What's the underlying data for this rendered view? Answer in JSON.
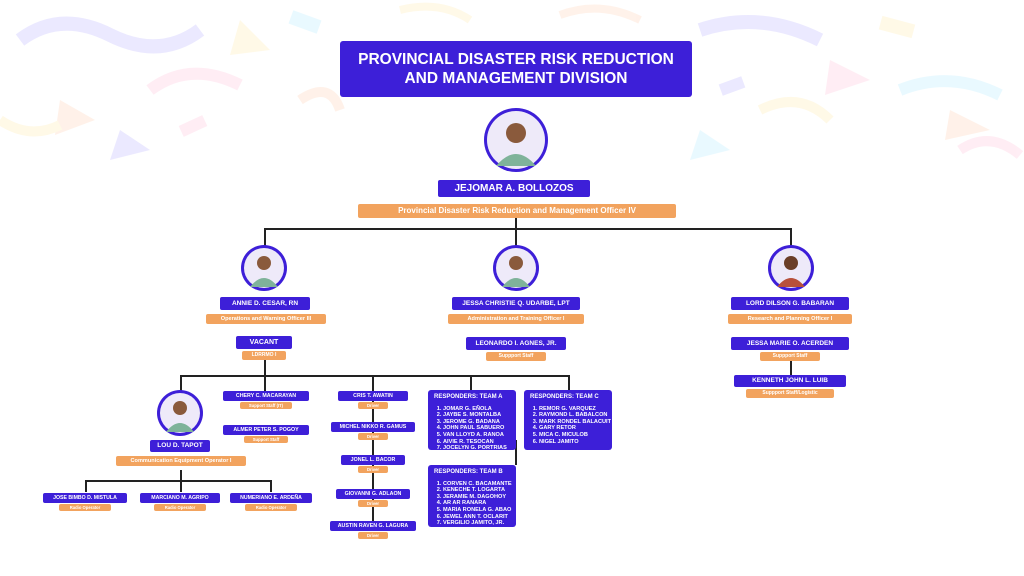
{
  "title": {
    "line1": "PROVINCIAL DISASTER RISK REDUCTION",
    "line2": "AND MANAGEMENT DIVISION"
  },
  "head": {
    "name": "JEJOMAR A. BOLLOZOS",
    "role": "Provincial Disaster Risk Reduction and Management Officer IV"
  },
  "left": {
    "name": "ANNIE D. CESAR, RN",
    "role": "Operations and Warning Officer III",
    "vacant": "VACANT",
    "vacant_role": "LDRRMO I",
    "lou": {
      "name": "LOU D. TAPOT",
      "role": "Communication Equipment Operator I"
    },
    "radio": [
      {
        "name": "JOSE BIMBO D. MISTULA",
        "role": "Radio Operator"
      },
      {
        "name": "MARCIANO M. AGRIPO",
        "role": "Radio Operator"
      },
      {
        "name": "NUMERIANO E. ARDEÑA",
        "role": "Radio Operator"
      }
    ],
    "support": [
      {
        "name": "CHERY C. MACARAYAN",
        "role": "Support Staff (IT)"
      },
      {
        "name": "ALMER PETER S. POGOY",
        "role": "Support Staff"
      }
    ],
    "drivers": [
      {
        "name": "CRIS T. AWATIN",
        "role": "Driver"
      },
      {
        "name": "MICHEL NIKKO R. GAMUS",
        "role": "Driver"
      },
      {
        "name": "JONEL L. BACOR",
        "role": "Driver"
      },
      {
        "name": "GIOVANNI G. ADLAON",
        "role": "Driver"
      },
      {
        "name": "AUSTIN RAVEN G. LAGURA",
        "role": "Driver"
      }
    ]
  },
  "center": {
    "name": "JESSA CHRISTIE Q. UDARBE, LPT",
    "role": "Administration and Training Officer I",
    "staff": {
      "name": "LEONARDO I. AGNES, JR.",
      "role": "Suppport Staff"
    }
  },
  "right": {
    "name": "LORD DILSON G. BABARAN",
    "role": "Research and Planning Officer I",
    "staff1": {
      "name": "JESSA MARIE O. ACERDEN",
      "role": "Suppport Staff"
    },
    "staff2": {
      "name": "KENNETH JOHN L. LUIB",
      "role": "Suppport Staff/Logistic"
    }
  },
  "teams": {
    "a": {
      "title": "RESPONDERS: TEAM A",
      "members": [
        "JOMAR G. EÑOLA",
        "JAYBE S. MONTALBA",
        "JEROME G. BADANA",
        "JOHN PAUL SABUERO",
        "VAN LLOYD A. RANOA",
        "AIVIE R. TESOCAN",
        "JOCELYN G. PORTRIAS"
      ]
    },
    "b": {
      "title": "RESPONDERS: TEAM B",
      "members": [
        "CORVEN C. BACAMANTE",
        "KENECHE T. LOGARTA",
        "JERAMIE M. DAGOHOY",
        "AR AR RANARA",
        "MARIA RONELA G. ABAO",
        "JEWEL ANN T. OCLARIT",
        "VERGILIO JAMITO, JR."
      ]
    },
    "c": {
      "title": "RESPONDERS: TEAM C",
      "members": [
        "REMOR G. VARQUEZ",
        "RAYMOND L. BABALCON",
        "MARK RONDEL BALACUIT",
        "GARY RETOR",
        "MICA C. MICULOB",
        "NIGEL JAMITO"
      ]
    }
  },
  "colors": {
    "primary": "#3d1fd8",
    "accent": "#f2a35e"
  }
}
